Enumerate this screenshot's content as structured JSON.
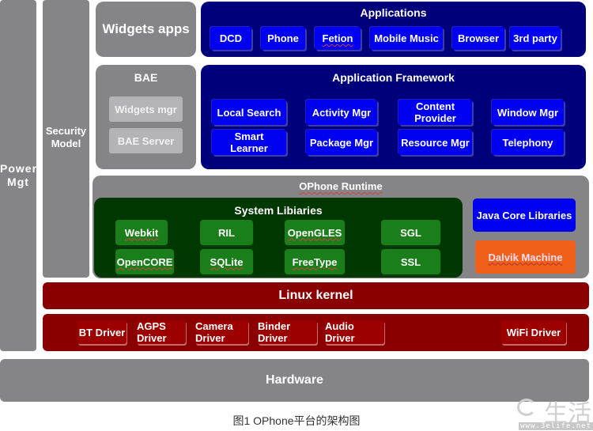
{
  "left": {
    "power_mgt": "Power\nMgt",
    "power_line1": "Power",
    "power_line2": "Mgt",
    "security_line1": "Security",
    "security_line2": "Model"
  },
  "widgets_apps": {
    "label": "Widgets apps"
  },
  "applications": {
    "title": "Applications",
    "items": [
      "DCD",
      "Phone",
      "Fetion",
      "Mobile Music",
      "Browser",
      "3rd party"
    ]
  },
  "bae": {
    "title": "BAE",
    "items": [
      "Widgets mgr",
      "BAE Server"
    ]
  },
  "framework": {
    "title": "Application Framework",
    "items": [
      "Local Search",
      "Activity Mgr",
      "Content Provider",
      "Window Mgr",
      "Smart Learner",
      "Package Mgr",
      "Resource Mgr",
      "Telephony"
    ],
    "content_l1": "Content",
    "content_l2": "Provider",
    "smart_l1": "Smart",
    "smart_l2": "Learner"
  },
  "runtime": {
    "title": "OPhone Runtime",
    "java_core": "Java Core Libraries",
    "dalvik": "Dalvik Machine"
  },
  "system_libraries": {
    "title": "System Libiaries",
    "items": [
      "Webkit",
      "RIL",
      "OpenGLES",
      "SGL",
      "OpenCORE",
      "SQLite",
      "FreeType",
      "SSL"
    ]
  },
  "kernel": {
    "title": "Linux kernel",
    "drivers": [
      "BT Driver",
      "AGPS Driver",
      "Camera Driver",
      "Binder Driver",
      "Audio Driver",
      "WiFi Driver"
    ]
  },
  "hardware": {
    "label": "Hardware"
  },
  "caption": "图1 OPhone平台的架构图",
  "watermark": {
    "logo": "生活",
    "url": "www.3elife.net"
  },
  "colors": {
    "gray": "#858487",
    "navy": "#00007a",
    "blue": "#0000f0",
    "dark_green": "#013801",
    "green": "#1a7f1a",
    "dark_red": "#8a0000",
    "orange": "#f0601a"
  }
}
